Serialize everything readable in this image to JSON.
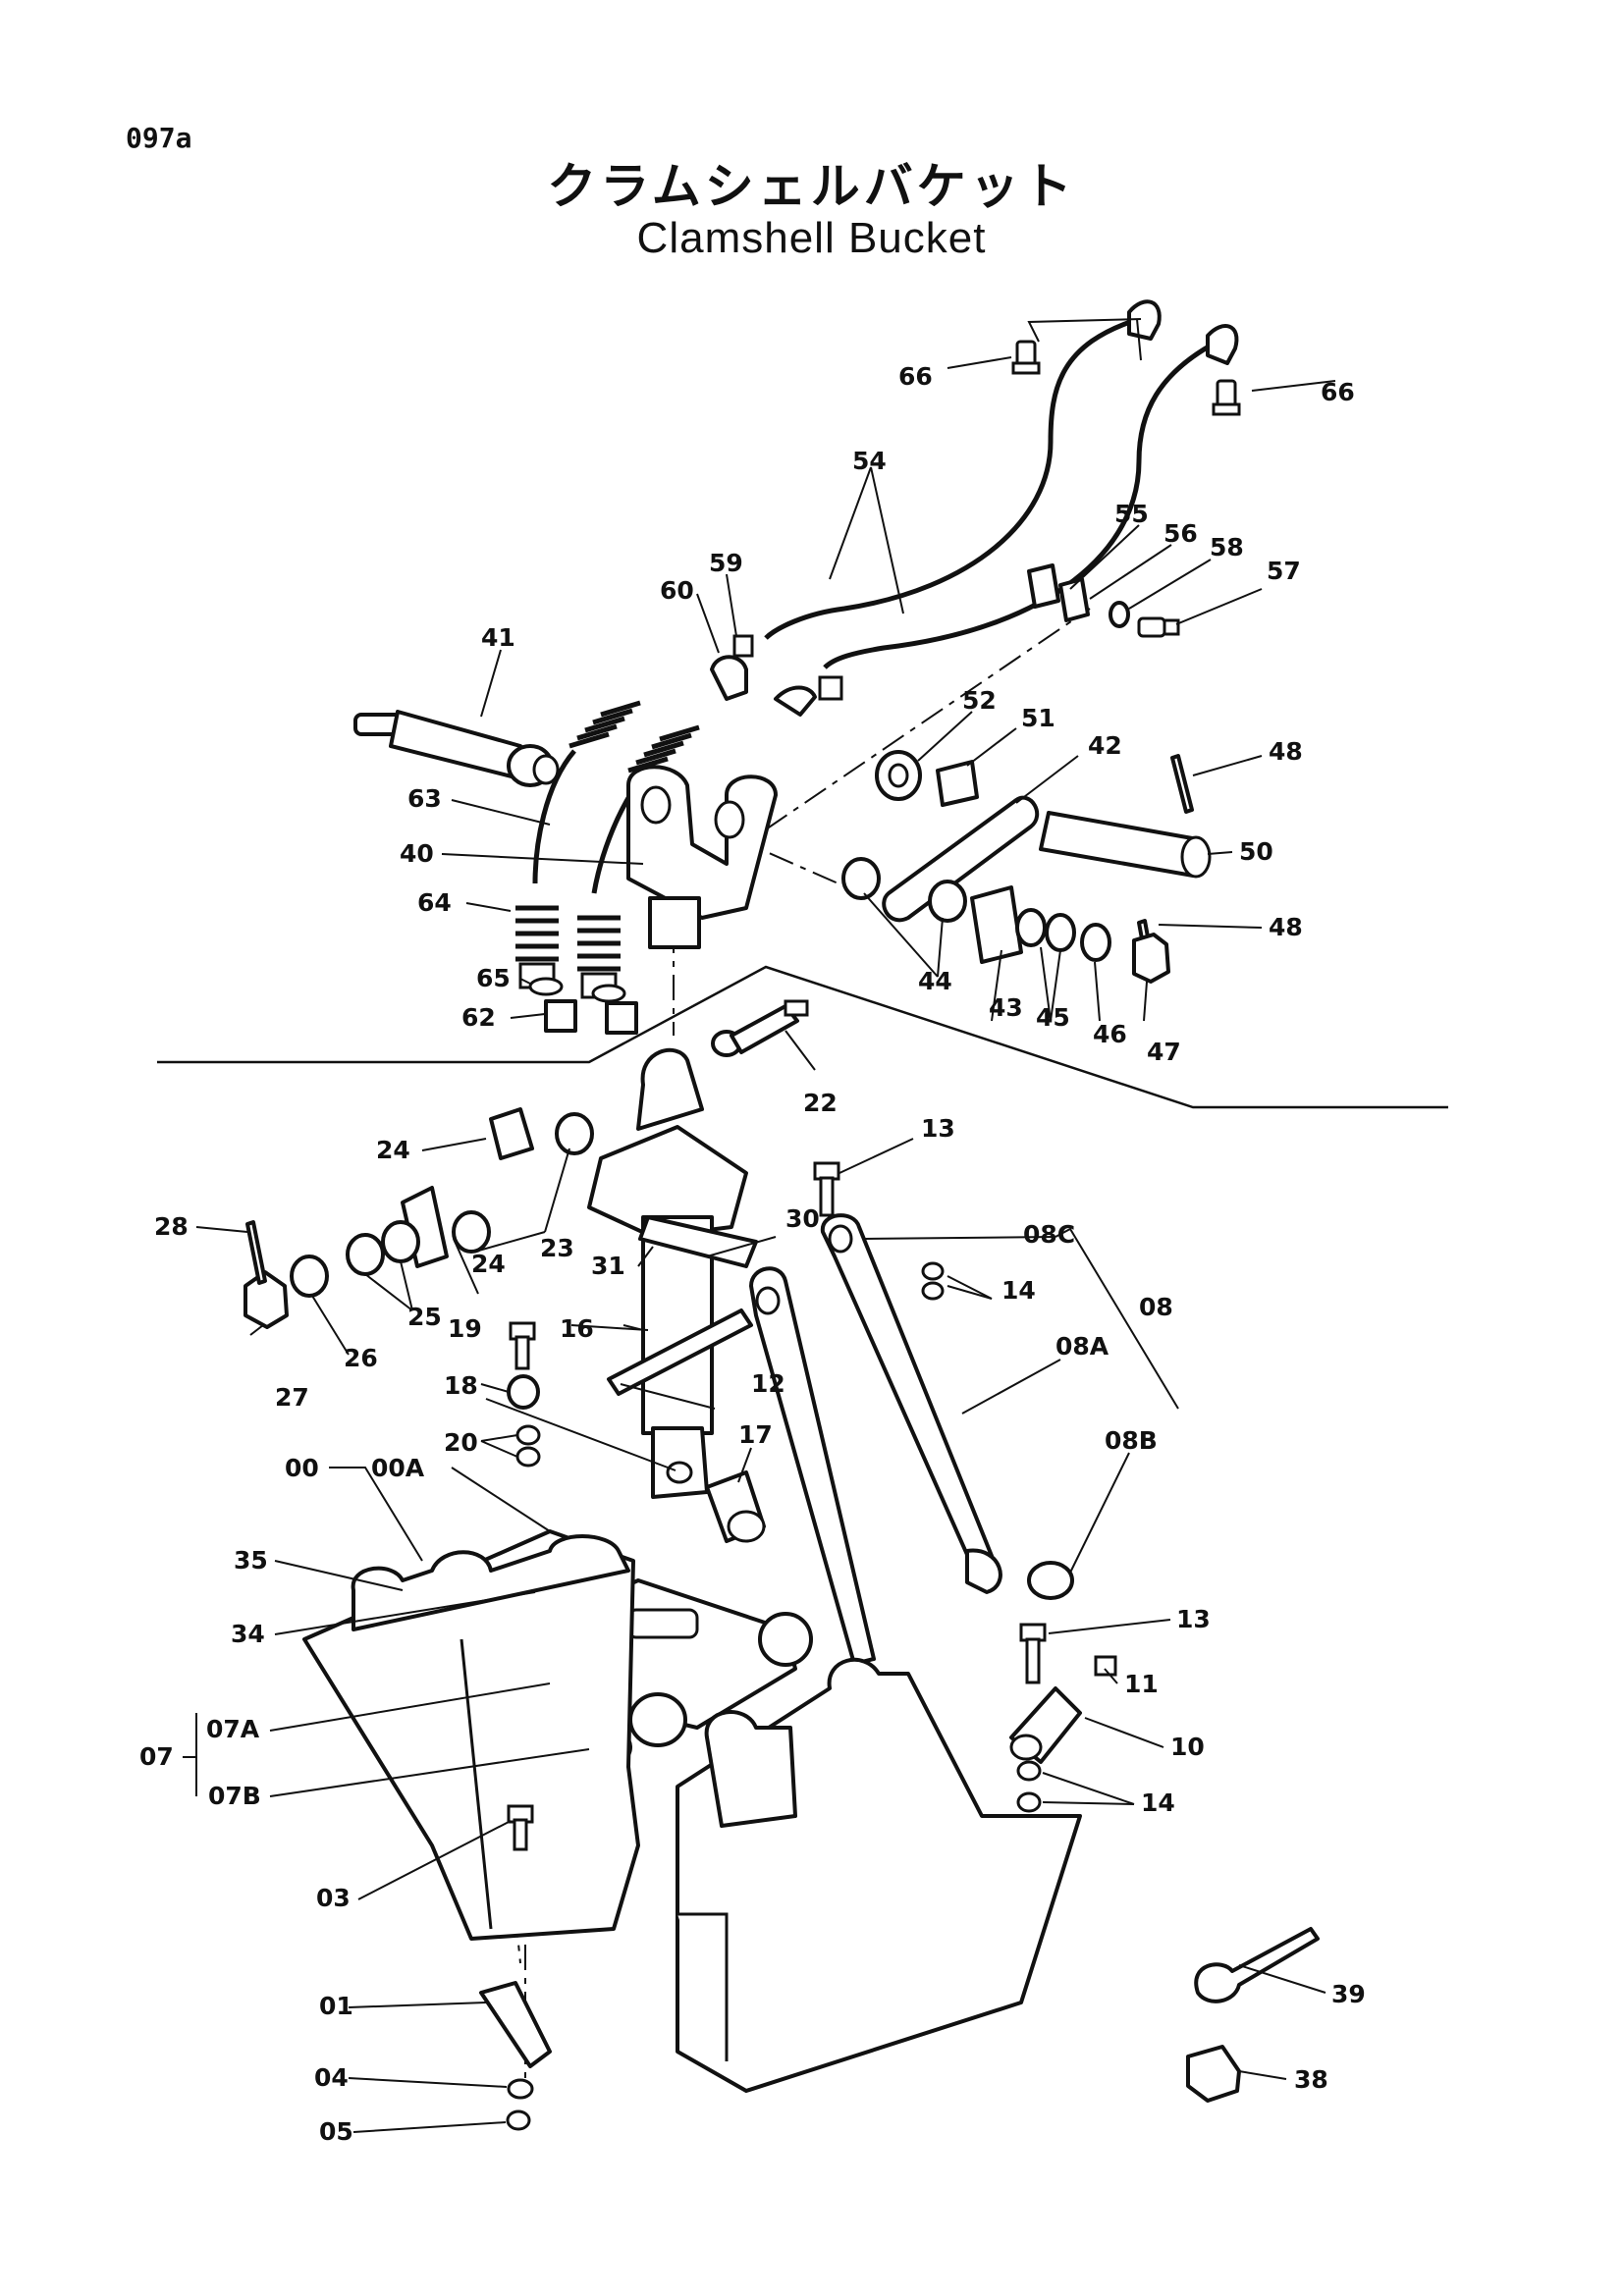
{
  "page_code": "097a",
  "title_jp": "クラムシェルバケット",
  "title_en": "Clamshell Bucket",
  "labels": [
    {
      "id": "66-left",
      "text": "66"
    },
    {
      "id": "66-right",
      "text": "66"
    },
    {
      "id": "54",
      "text": "54"
    },
    {
      "id": "55",
      "text": "55"
    },
    {
      "id": "56",
      "text": "56"
    },
    {
      "id": "58",
      "text": "58"
    },
    {
      "id": "57",
      "text": "57"
    },
    {
      "id": "59",
      "text": "59"
    },
    {
      "id": "60",
      "text": "60"
    },
    {
      "id": "41",
      "text": "41"
    },
    {
      "id": "52",
      "text": "52"
    },
    {
      "id": "51",
      "text": "51"
    },
    {
      "id": "42",
      "text": "42"
    },
    {
      "id": "48-top",
      "text": "48"
    },
    {
      "id": "63",
      "text": "63"
    },
    {
      "id": "40",
      "text": "40"
    },
    {
      "id": "50",
      "text": "50"
    },
    {
      "id": "64",
      "text": "64"
    },
    {
      "id": "48-mid",
      "text": "48"
    },
    {
      "id": "65",
      "text": "65"
    },
    {
      "id": "62",
      "text": "62"
    },
    {
      "id": "44",
      "text": "44"
    },
    {
      "id": "43",
      "text": "43"
    },
    {
      "id": "45",
      "text": "45"
    },
    {
      "id": "46",
      "text": "46"
    },
    {
      "id": "47",
      "text": "47"
    },
    {
      "id": "22",
      "text": "22"
    },
    {
      "id": "24-top",
      "text": "24"
    },
    {
      "id": "13-top",
      "text": "13"
    },
    {
      "id": "28",
      "text": "28"
    },
    {
      "id": "23",
      "text": "23"
    },
    {
      "id": "30",
      "text": "30"
    },
    {
      "id": "08C",
      "text": "08C"
    },
    {
      "id": "31",
      "text": "31"
    },
    {
      "id": "24-bot",
      "text": "24"
    },
    {
      "id": "14-top",
      "text": "14"
    },
    {
      "id": "25",
      "text": "25"
    },
    {
      "id": "08",
      "text": "08"
    },
    {
      "id": "19",
      "text": "19"
    },
    {
      "id": "16",
      "text": "16"
    },
    {
      "id": "08A",
      "text": "08A"
    },
    {
      "id": "26",
      "text": "26"
    },
    {
      "id": "27",
      "text": "27"
    },
    {
      "id": "12",
      "text": "12"
    },
    {
      "id": "18",
      "text": "18"
    },
    {
      "id": "20",
      "text": "20"
    },
    {
      "id": "17",
      "text": "17"
    },
    {
      "id": "08B",
      "text": "08B"
    },
    {
      "id": "00",
      "text": "00"
    },
    {
      "id": "00A",
      "text": "00A"
    },
    {
      "id": "35",
      "text": "35"
    },
    {
      "id": "34",
      "text": "34"
    },
    {
      "id": "13-bot",
      "text": "13"
    },
    {
      "id": "11",
      "text": "11"
    },
    {
      "id": "07A",
      "text": "07A"
    },
    {
      "id": "07",
      "text": "07"
    },
    {
      "id": "10",
      "text": "10"
    },
    {
      "id": "07B",
      "text": "07B"
    },
    {
      "id": "14-bot",
      "text": "14"
    },
    {
      "id": "03",
      "text": "03"
    },
    {
      "id": "39",
      "text": "39"
    },
    {
      "id": "01",
      "text": "01"
    },
    {
      "id": "04",
      "text": "04"
    },
    {
      "id": "38",
      "text": "38"
    },
    {
      "id": "05",
      "text": "05"
    }
  ]
}
